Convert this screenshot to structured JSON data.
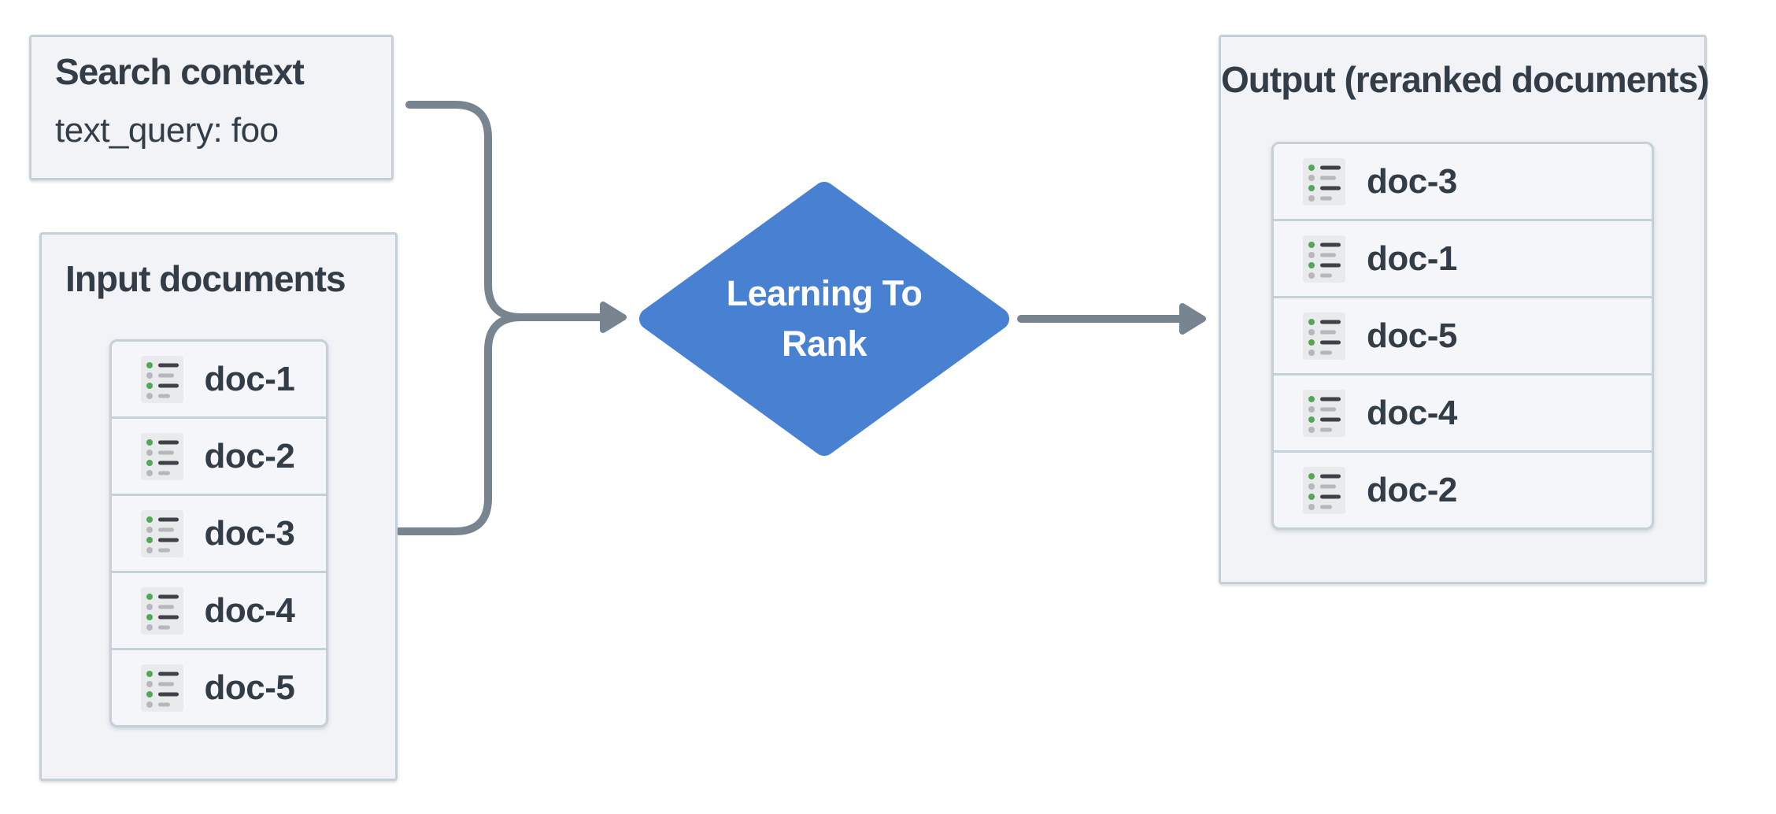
{
  "search_context_box": {
    "title": "Search context",
    "query_text": "text_query: foo"
  },
  "input_documents_box": {
    "title": "Input documents",
    "items": [
      "doc-1",
      "doc-2",
      "doc-3",
      "doc-4",
      "doc-5"
    ]
  },
  "process_node": {
    "line1": "Learning To",
    "line2": "Rank"
  },
  "output_box": {
    "title": "Output (reranked documents)",
    "items": [
      "doc-3",
      "doc-1",
      "doc-5",
      "doc-4",
      "doc-2"
    ]
  },
  "colors": {
    "node_fill": "#4880d2",
    "node_text": "#ffffff",
    "connector": "#78848f",
    "box_background": "#f1f3f6",
    "box_border": "#c6d0d9",
    "text": "#333d48",
    "icon_background": "#e9eaec",
    "icon_green": "#53a653",
    "icon_gray": "#b5b7ba",
    "icon_dark": "#3e4147"
  }
}
